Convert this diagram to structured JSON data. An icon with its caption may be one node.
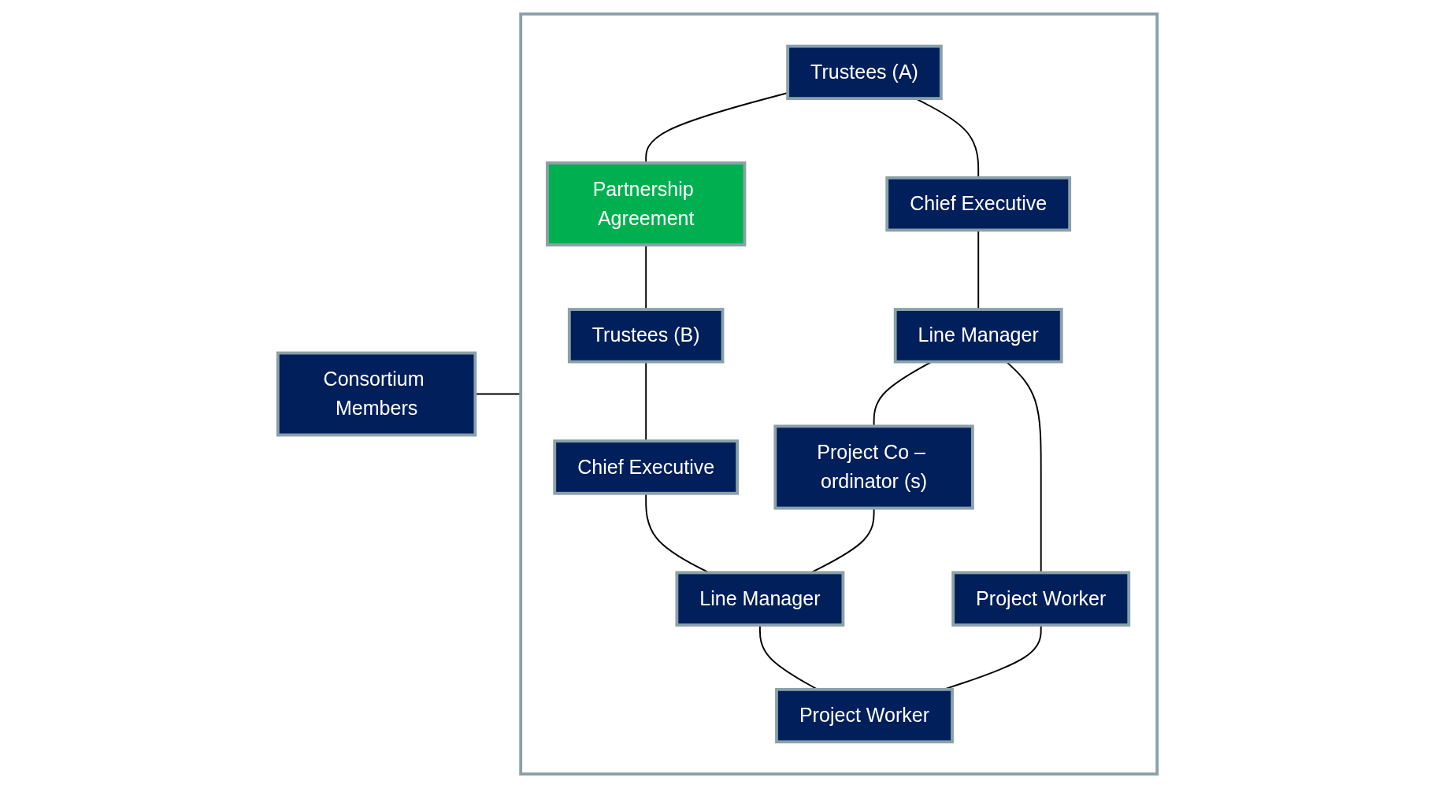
{
  "diagram": {
    "nodes": [
      {
        "text": [
          "Consortium Members"
        ]
      },
      {
        "text": [],
        "shape": "box"
      },
      {
        "text": [
          "Trustees (A)"
        ],
        "in": 1
      },
      {
        "text": [
          "Partnership Agreement"
        ],
        "in": 1
      },
      {
        "text": [
          "Trustees (B)"
        ],
        "in": 1
      },
      {
        "text": [
          "Chief Executive"
        ],
        "in": 1
      },
      {
        "text": [
          "Chief Executive"
        ],
        "in": 1
      },
      {
        "text": [
          "Line Manager"
        ],
        "in": 1
      },
      {
        "text": [
          "Project Co – ordinator (s)"
        ],
        "in": 1
      },
      {
        "text": [
          "Line Manager"
        ],
        "in": 1
      },
      {
        "text": [
          "Project Worker"
        ],
        "in": 1
      },
      {
        "text": [
          "Project Worker"
        ],
        "in": 1
      }
    ],
    "edges": [
      {
        "from": 0,
        "to": 1,
        "arrow": "none"
      },
      {
        "from": 2,
        "to": 3,
        "arrow": "none"
      },
      {
        "from": 3,
        "to": 4,
        "arrow": "none"
      },
      {
        "from": 2,
        "to": 5,
        "arrow": "none"
      },
      {
        "from": 4,
        "to": 6,
        "arrow": "none"
      },
      {
        "from": 5,
        "to": 7,
        "arrow": "none"
      },
      {
        "from": 6,
        "to": 9,
        "arrow": "none"
      },
      {
        "from": 7,
        "to": 8,
        "arrow": "none"
      },
      {
        "from": 8,
        "to": 9,
        "arrow": "none"
      },
      {
        "from": 7,
        "to": 10,
        "arrow": "none"
      },
      {
        "from": 9,
        "to": 11,
        "arrow": "none"
      },
      {
        "from": 10,
        "to": 11,
        "arrow": "none"
      }
    ]
  }
}
